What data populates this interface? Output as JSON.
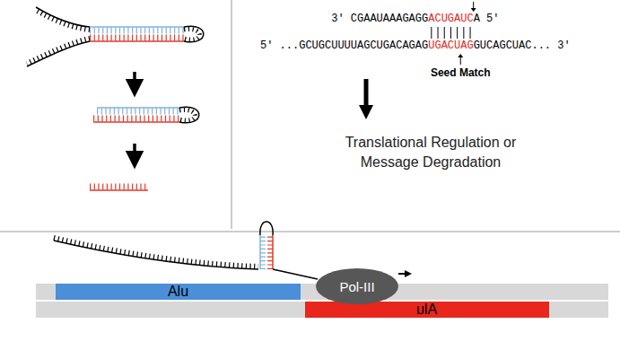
{
  "diagram": {
    "nodes": [
      {
        "text": [
          "Alu"
        ]
      },
      {
        "text": [
          "Alu"
        ]
      },
      {
        "text": [
          "Pol-III"
        ]
      }
    ],
    "labels": [
      "3'",
      "CGAAUAAAGAGG",
      "ACUGAUC",
      "A",
      "5'",
      "5'",
      "...GCUGCUUUUAGCUGACAGAG",
      "UGACUAG",
      "GUCAGCUAC...",
      "3'",
      "Seed Match",
      "Translational Regulation or Message Degradation"
    ]
  }
}
